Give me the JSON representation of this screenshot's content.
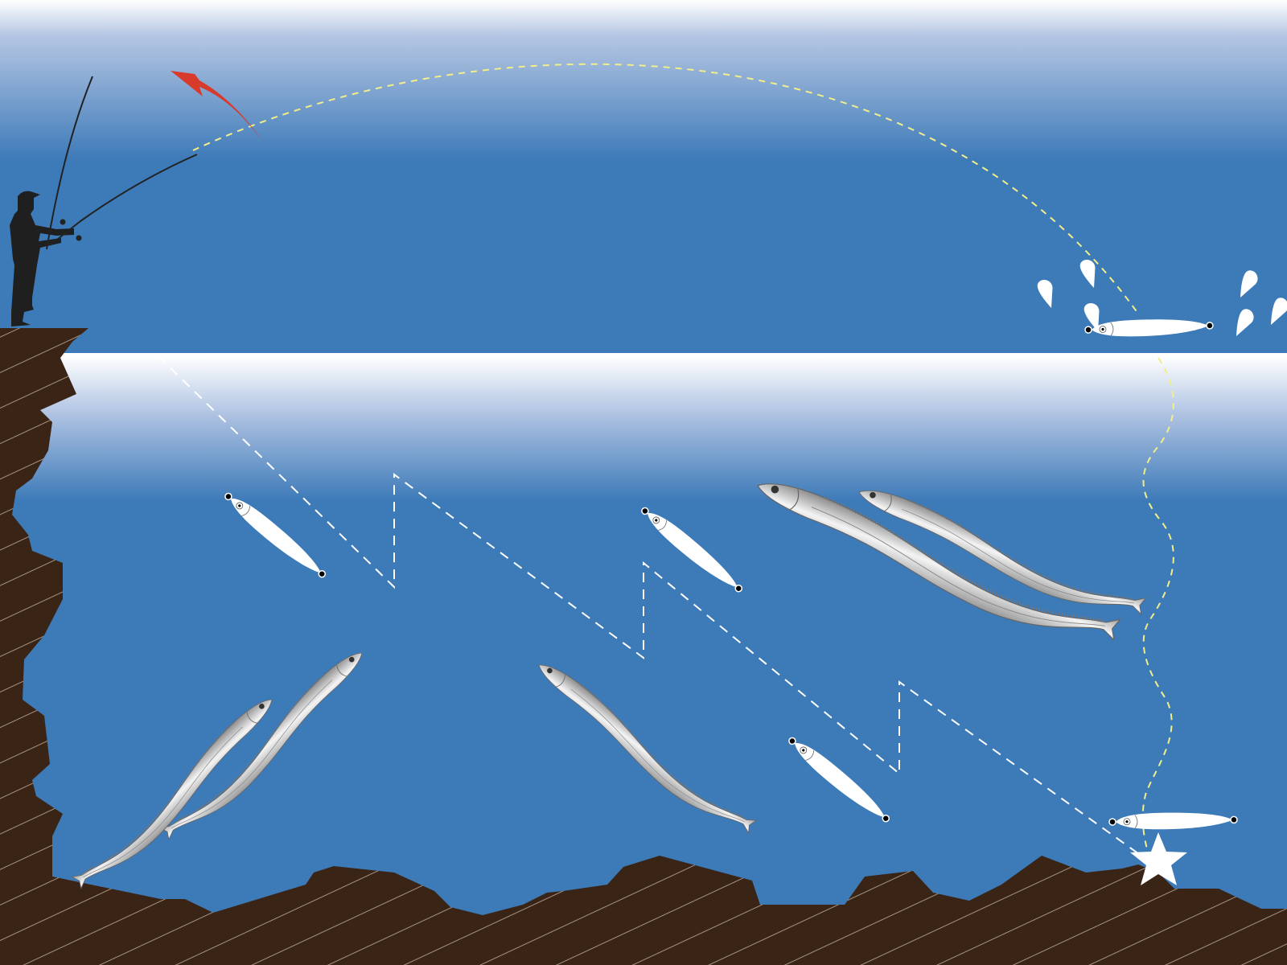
{
  "colors": {
    "water": "#3d7ab8",
    "sky_top": "#ffffff",
    "rock": "#3a2416",
    "rock_hatch": "#c9b8a6",
    "cast_line": "#f2ee8a",
    "lure_path": "#ffffff",
    "arrow": "#d83a2c",
    "silhouette": "#1f1f1f"
  },
  "icons": [
    "angler-silhouette-icon",
    "fishing-rod-icon",
    "cast-arrow-icon",
    "metal-jig-lure-icon",
    "water-splash-icon",
    "ribbonfish-icon",
    "bottom-star-icon"
  ],
  "scene": {
    "sections": [
      "casting-above-surface",
      "jig-retrieve-underwater"
    ],
    "lure_count_underwater": 4,
    "fish_count": 5
  }
}
